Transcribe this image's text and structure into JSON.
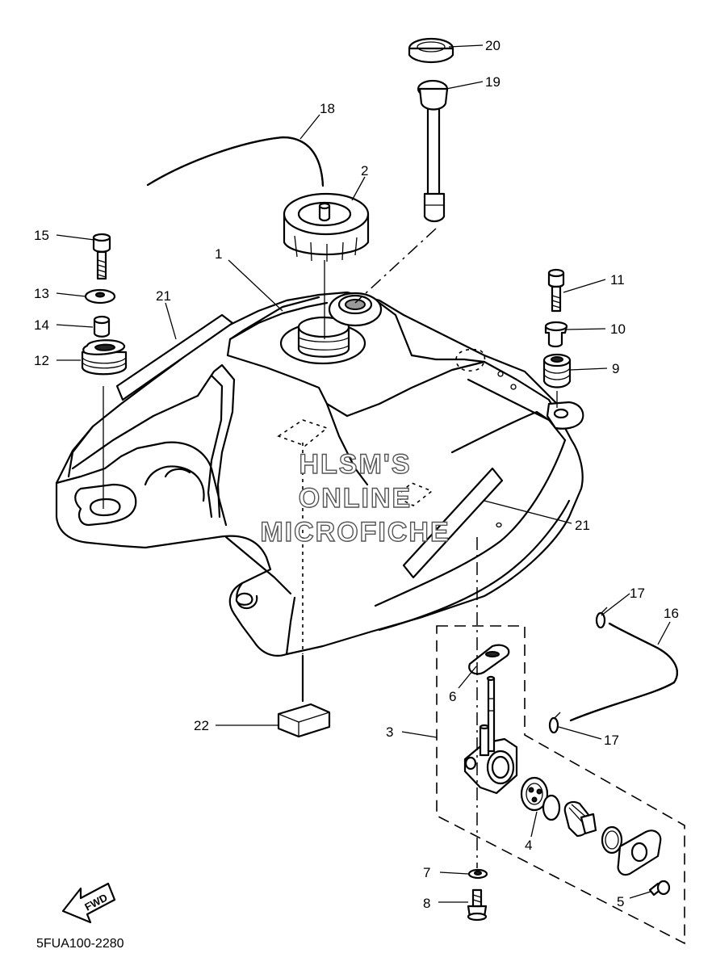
{
  "diagram": {
    "watermark": [
      "HLSM'S",
      "ONLINE",
      "MICROFICHE"
    ],
    "drawing_code": "5FUA100-2280",
    "direction_label": "FWD",
    "callouts": [
      {
        "id": "1",
        "label": "1"
      },
      {
        "id": "2",
        "label": "2"
      },
      {
        "id": "3",
        "label": "3"
      },
      {
        "id": "4",
        "label": "4"
      },
      {
        "id": "5",
        "label": "5"
      },
      {
        "id": "6",
        "label": "6"
      },
      {
        "id": "7",
        "label": "7"
      },
      {
        "id": "8",
        "label": "8"
      },
      {
        "id": "9",
        "label": "9"
      },
      {
        "id": "10",
        "label": "10"
      },
      {
        "id": "11",
        "label": "11"
      },
      {
        "id": "12",
        "label": "12"
      },
      {
        "id": "13",
        "label": "13"
      },
      {
        "id": "14",
        "label": "14"
      },
      {
        "id": "15",
        "label": "15"
      },
      {
        "id": "16",
        "label": "16"
      },
      {
        "id": "17a",
        "label": "17"
      },
      {
        "id": "17b",
        "label": "17"
      },
      {
        "id": "18",
        "label": "18"
      },
      {
        "id": "19",
        "label": "19"
      },
      {
        "id": "20",
        "label": "20"
      },
      {
        "id": "21a",
        "label": "21"
      },
      {
        "id": "21b",
        "label": "21"
      },
      {
        "id": "22",
        "label": "22"
      }
    ]
  }
}
